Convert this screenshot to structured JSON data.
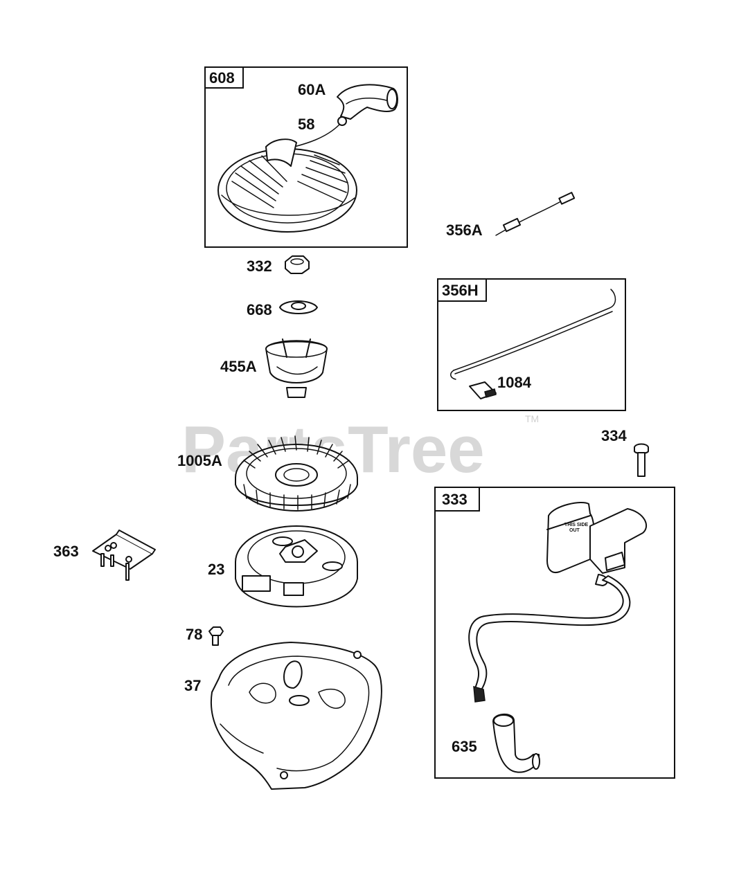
{
  "watermark": {
    "text": "PartsTree",
    "trademark": "TM"
  },
  "kits": [
    {
      "id": "608"
    },
    {
      "id": "356H"
    },
    {
      "id": "333"
    }
  ],
  "parts": {
    "p60A": "60A",
    "p58": "58",
    "p356A": "356A",
    "p332": "332",
    "p668": "668",
    "p455A": "455A",
    "p1084": "1084",
    "p334": "334",
    "p1005A": "1005A",
    "p363": "363",
    "p23": "23",
    "p78": "78",
    "p37": "37",
    "p635": "635"
  },
  "printed_on_part": {
    "coil_text_1": "THIS SIDE",
    "coil_text_2": "OUT"
  },
  "colors": {
    "line": "#111111",
    "watermark": "#d8d8d8"
  }
}
